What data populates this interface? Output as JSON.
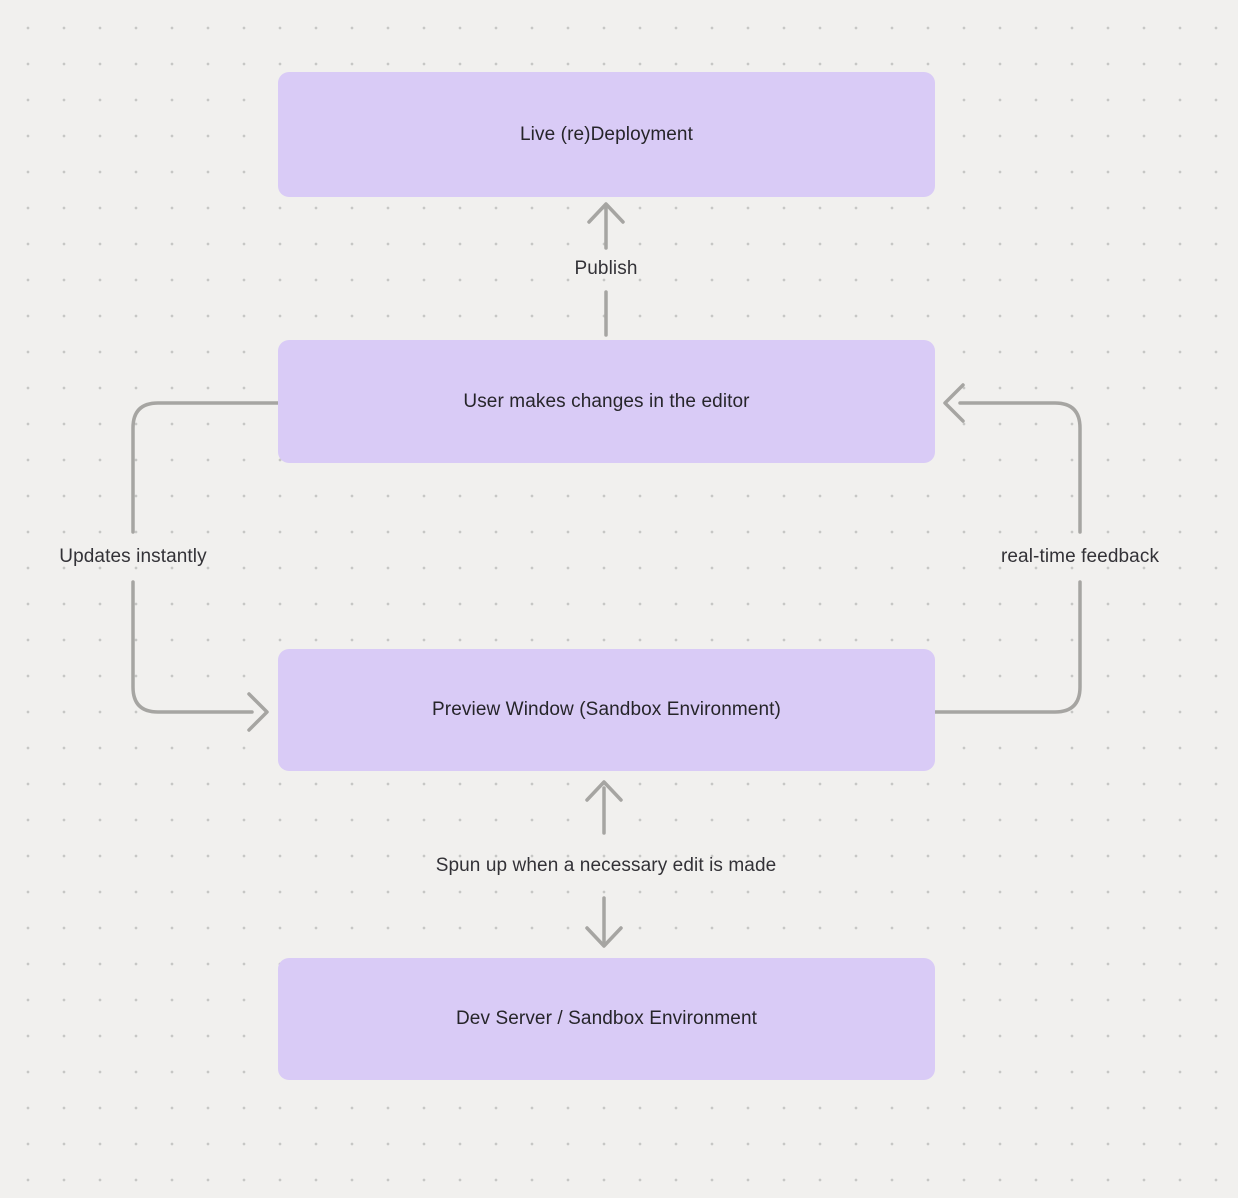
{
  "diagram": {
    "nodes": [
      {
        "id": "live-redeployment",
        "label": "Live (re)Deployment"
      },
      {
        "id": "user-editor",
        "label": "User makes changes in the editor"
      },
      {
        "id": "preview-window",
        "label": "Preview Window (Sandbox Environment)"
      },
      {
        "id": "dev-server",
        "label": "Dev Server / Sandbox Environment"
      }
    ],
    "edges": [
      {
        "label": "Publish",
        "from": "user-editor",
        "to": "live-redeployment",
        "direction": "up"
      },
      {
        "label": "Updates instantly",
        "from": "user-editor",
        "to": "preview-window",
        "direction": "left-side-curve"
      },
      {
        "label": "real-time feedback",
        "from": "preview-window",
        "to": "user-editor",
        "direction": "right-side-curve"
      },
      {
        "label": "Spun up when a necessary edit is made",
        "from": "dev-server",
        "to": "preview-window",
        "direction": "both"
      }
    ],
    "colors": {
      "background": "#f1f0ee",
      "grid_dot": "#c7c7c5",
      "node_fill": "#d9cbf6",
      "node_text": "#26252a",
      "arrow_stroke": "#a6a5a2",
      "edge_label_text": "#333237"
    }
  }
}
